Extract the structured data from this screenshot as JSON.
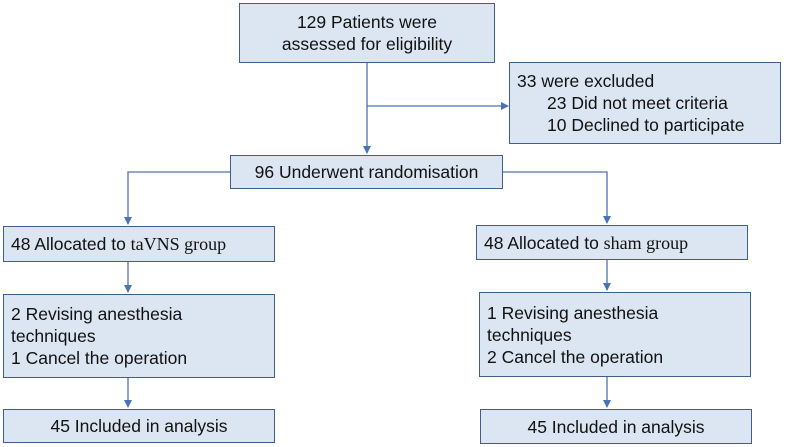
{
  "assessed": {
    "lines": [
      "129 Patients were",
      "assessed  for eligibility"
    ]
  },
  "excluded": {
    "title": "33 were excluded",
    "reasons": [
      "23 Did not meet criteria",
      "10 Declined to participate"
    ]
  },
  "randomised": {
    "label": "96 Underwent randomisation"
  },
  "left_arm": {
    "allocation_prefix": "48 Allocated to ",
    "allocation_group": "taVNS group",
    "dropouts": [
      "2 Revising anesthesia",
      "techniques",
      "1 Cancel the operation"
    ],
    "analysis": "45 Included in analysis"
  },
  "right_arm": {
    "allocation_prefix": "48 Allocated to ",
    "allocation_group": "sham group",
    "dropouts": [
      "1 Revising anesthesia",
      "techniques",
      "2 Cancel the operation"
    ],
    "analysis": "45 Included in analysis"
  },
  "colors": {
    "box_fill": "#dbe6f2",
    "box_border": "#3e5f8a",
    "arrow": "#4a74b3"
  }
}
